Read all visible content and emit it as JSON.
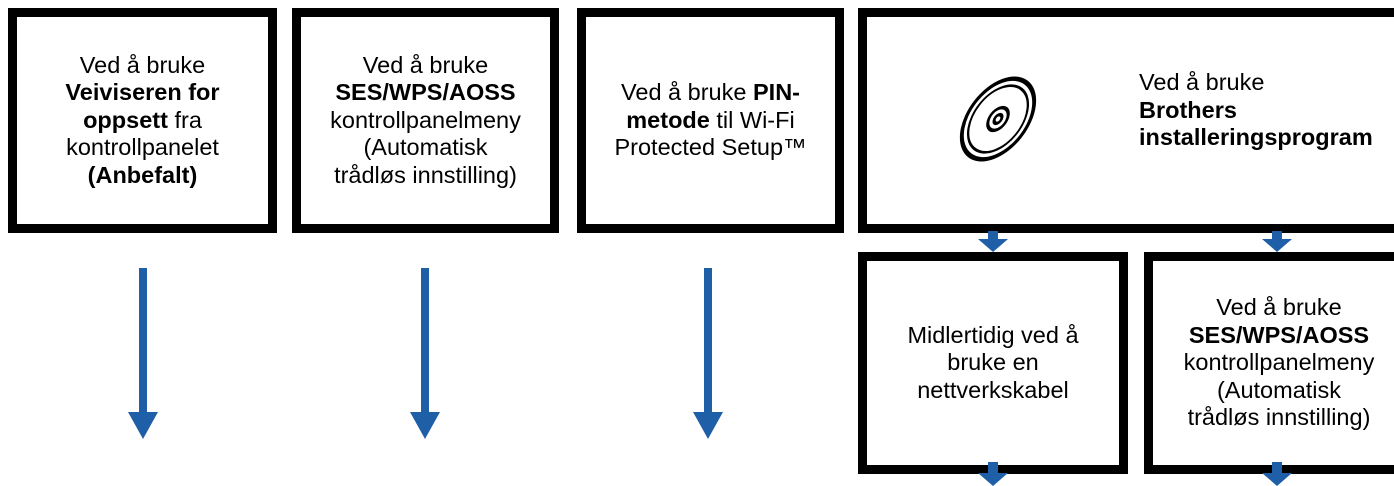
{
  "boxes": {
    "wizard": {
      "line1": "Ved å bruke",
      "bold1": "Veiviseren for",
      "bold2": "oppsett",
      "rest2": " fra",
      "line3": "kontrollpanelet",
      "bold4": "(Anbefalt)"
    },
    "ses_menu": {
      "line1": "Ved å bruke",
      "bold1": "SES/WPS/AOSS",
      "line3": "kontrollpanelmeny",
      "line4": "(Automatisk",
      "line5": "trådløs innstilling)"
    },
    "pin": {
      "pre1": "Ved å bruke ",
      "bold1": "PIN-",
      "bold2": "metode",
      "rest2": " til Wi-Fi",
      "line3": "Protected Setup™"
    },
    "installer": {
      "line1": "Ved å bruke",
      "bold1": "Brothers",
      "bold2": "installeringsprogram"
    },
    "cable": {
      "line1": "Midlertidig ved å",
      "line2": "bruke en",
      "line3": "nettverkskabel"
    },
    "ses_menu_2": {
      "line1": "Ved å bruke",
      "bold1": "SES/WPS/AOSS",
      "line3": "kontrollpanelmeny",
      "line4": "(Automatisk",
      "line5": "trådløs innstilling)"
    }
  },
  "icons": {
    "cd": "cd-disc-icon",
    "arrow": "arrow-down-icon"
  },
  "colors": {
    "arrow": "#1F5FA8",
    "border": "#000000"
  }
}
